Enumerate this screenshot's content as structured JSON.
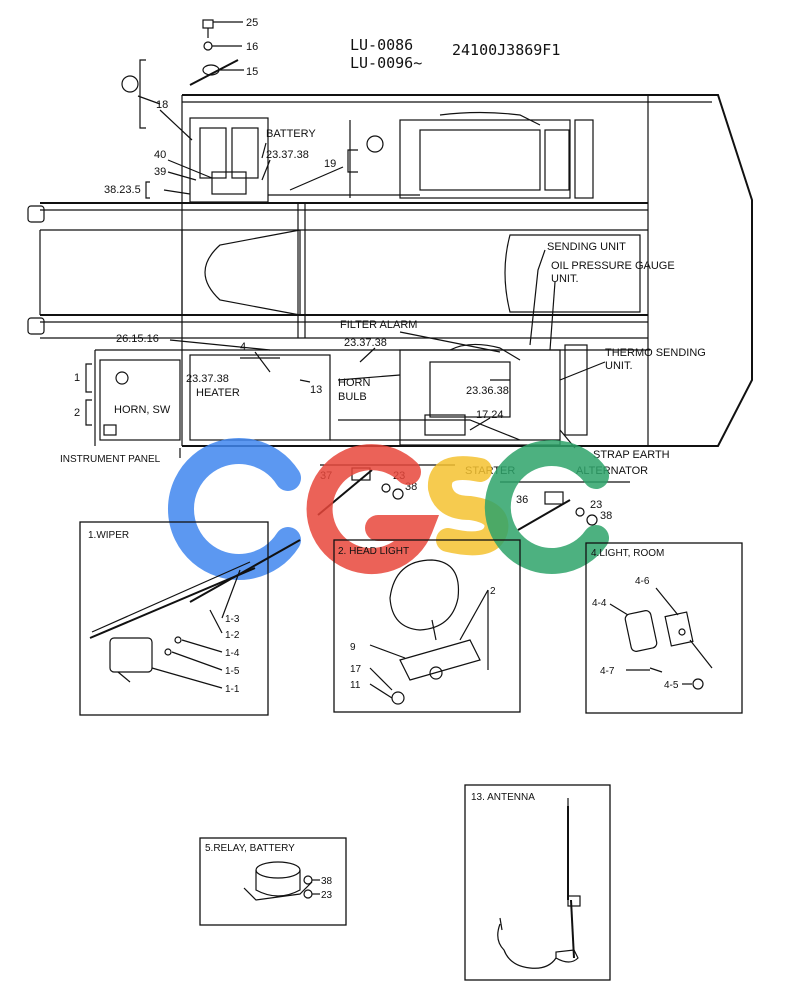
{
  "header": {
    "model_line1": "LU-0086",
    "model_line2": "LU-0096~",
    "part_number": "24100J3869F1"
  },
  "watermark": {
    "letters": [
      "C",
      "G",
      "S",
      "C"
    ],
    "colors": [
      "#3f86ee",
      "#e8473b",
      "#f5c230",
      "#2ea36a"
    ]
  },
  "main_diagram": {
    "labels": {
      "battery": "BATTERY",
      "sending_unit": "SENDING UNIT",
      "oil_pressure_1": "OIL PRESSURE GAUGE",
      "oil_pressure_2": "UNIT.",
      "filter_alarm": "FILTER ALARM",
      "thermo_1": "THERMO SENDING",
      "thermo_2": "UNIT.",
      "horn_1": "HORN",
      "horn_2": "BULB",
      "heater": "HEATER",
      "horn_sw": "HORN, SW",
      "instrument_panel": "INSTRUMENT PANEL",
      "starter": "STARTER",
      "strap_earth": "STRAP EARTH",
      "alternator": "ALTERNATOR"
    },
    "callouts": {
      "c25": "25",
      "c16": "16",
      "c15": "15",
      "c18": "18",
      "c40": "40",
      "c39": "39",
      "c38_23_5": "38.23.5",
      "c23_37_38_top": "23.37.38",
      "c19": "19",
      "c26_15_16": "26.15.16",
      "c4": "4",
      "c23_37_38_mid": "23.37.38",
      "c23_37_38_left": "23.37.38",
      "c13": "13",
      "c23_36_38": "23.36.38",
      "c17_24": "17.24",
      "c1": "1",
      "c2": "2",
      "c37": "37",
      "c23_a": "23",
      "c38_a": "38",
      "c36": "36",
      "c23_b": "23",
      "c38_b": "38"
    }
  },
  "insets": {
    "wiper": {
      "title": "1.WIPER",
      "callouts": [
        "1-3",
        "1-2",
        "1-4",
        "1-5",
        "1-1"
      ]
    },
    "head_light": {
      "title": "2. HEAD LIGHT",
      "callouts": [
        "2",
        "9",
        "17",
        "11"
      ]
    },
    "light_room": {
      "title": "4.LIGHT, ROOM",
      "callouts": [
        "4-6",
        "4-4",
        "4-7",
        "4-5"
      ]
    },
    "relay_battery": {
      "title": "5.RELAY, BATTERY",
      "callouts": [
        "38",
        "23"
      ]
    },
    "antenna": {
      "title": "13. ANTENNA"
    }
  }
}
